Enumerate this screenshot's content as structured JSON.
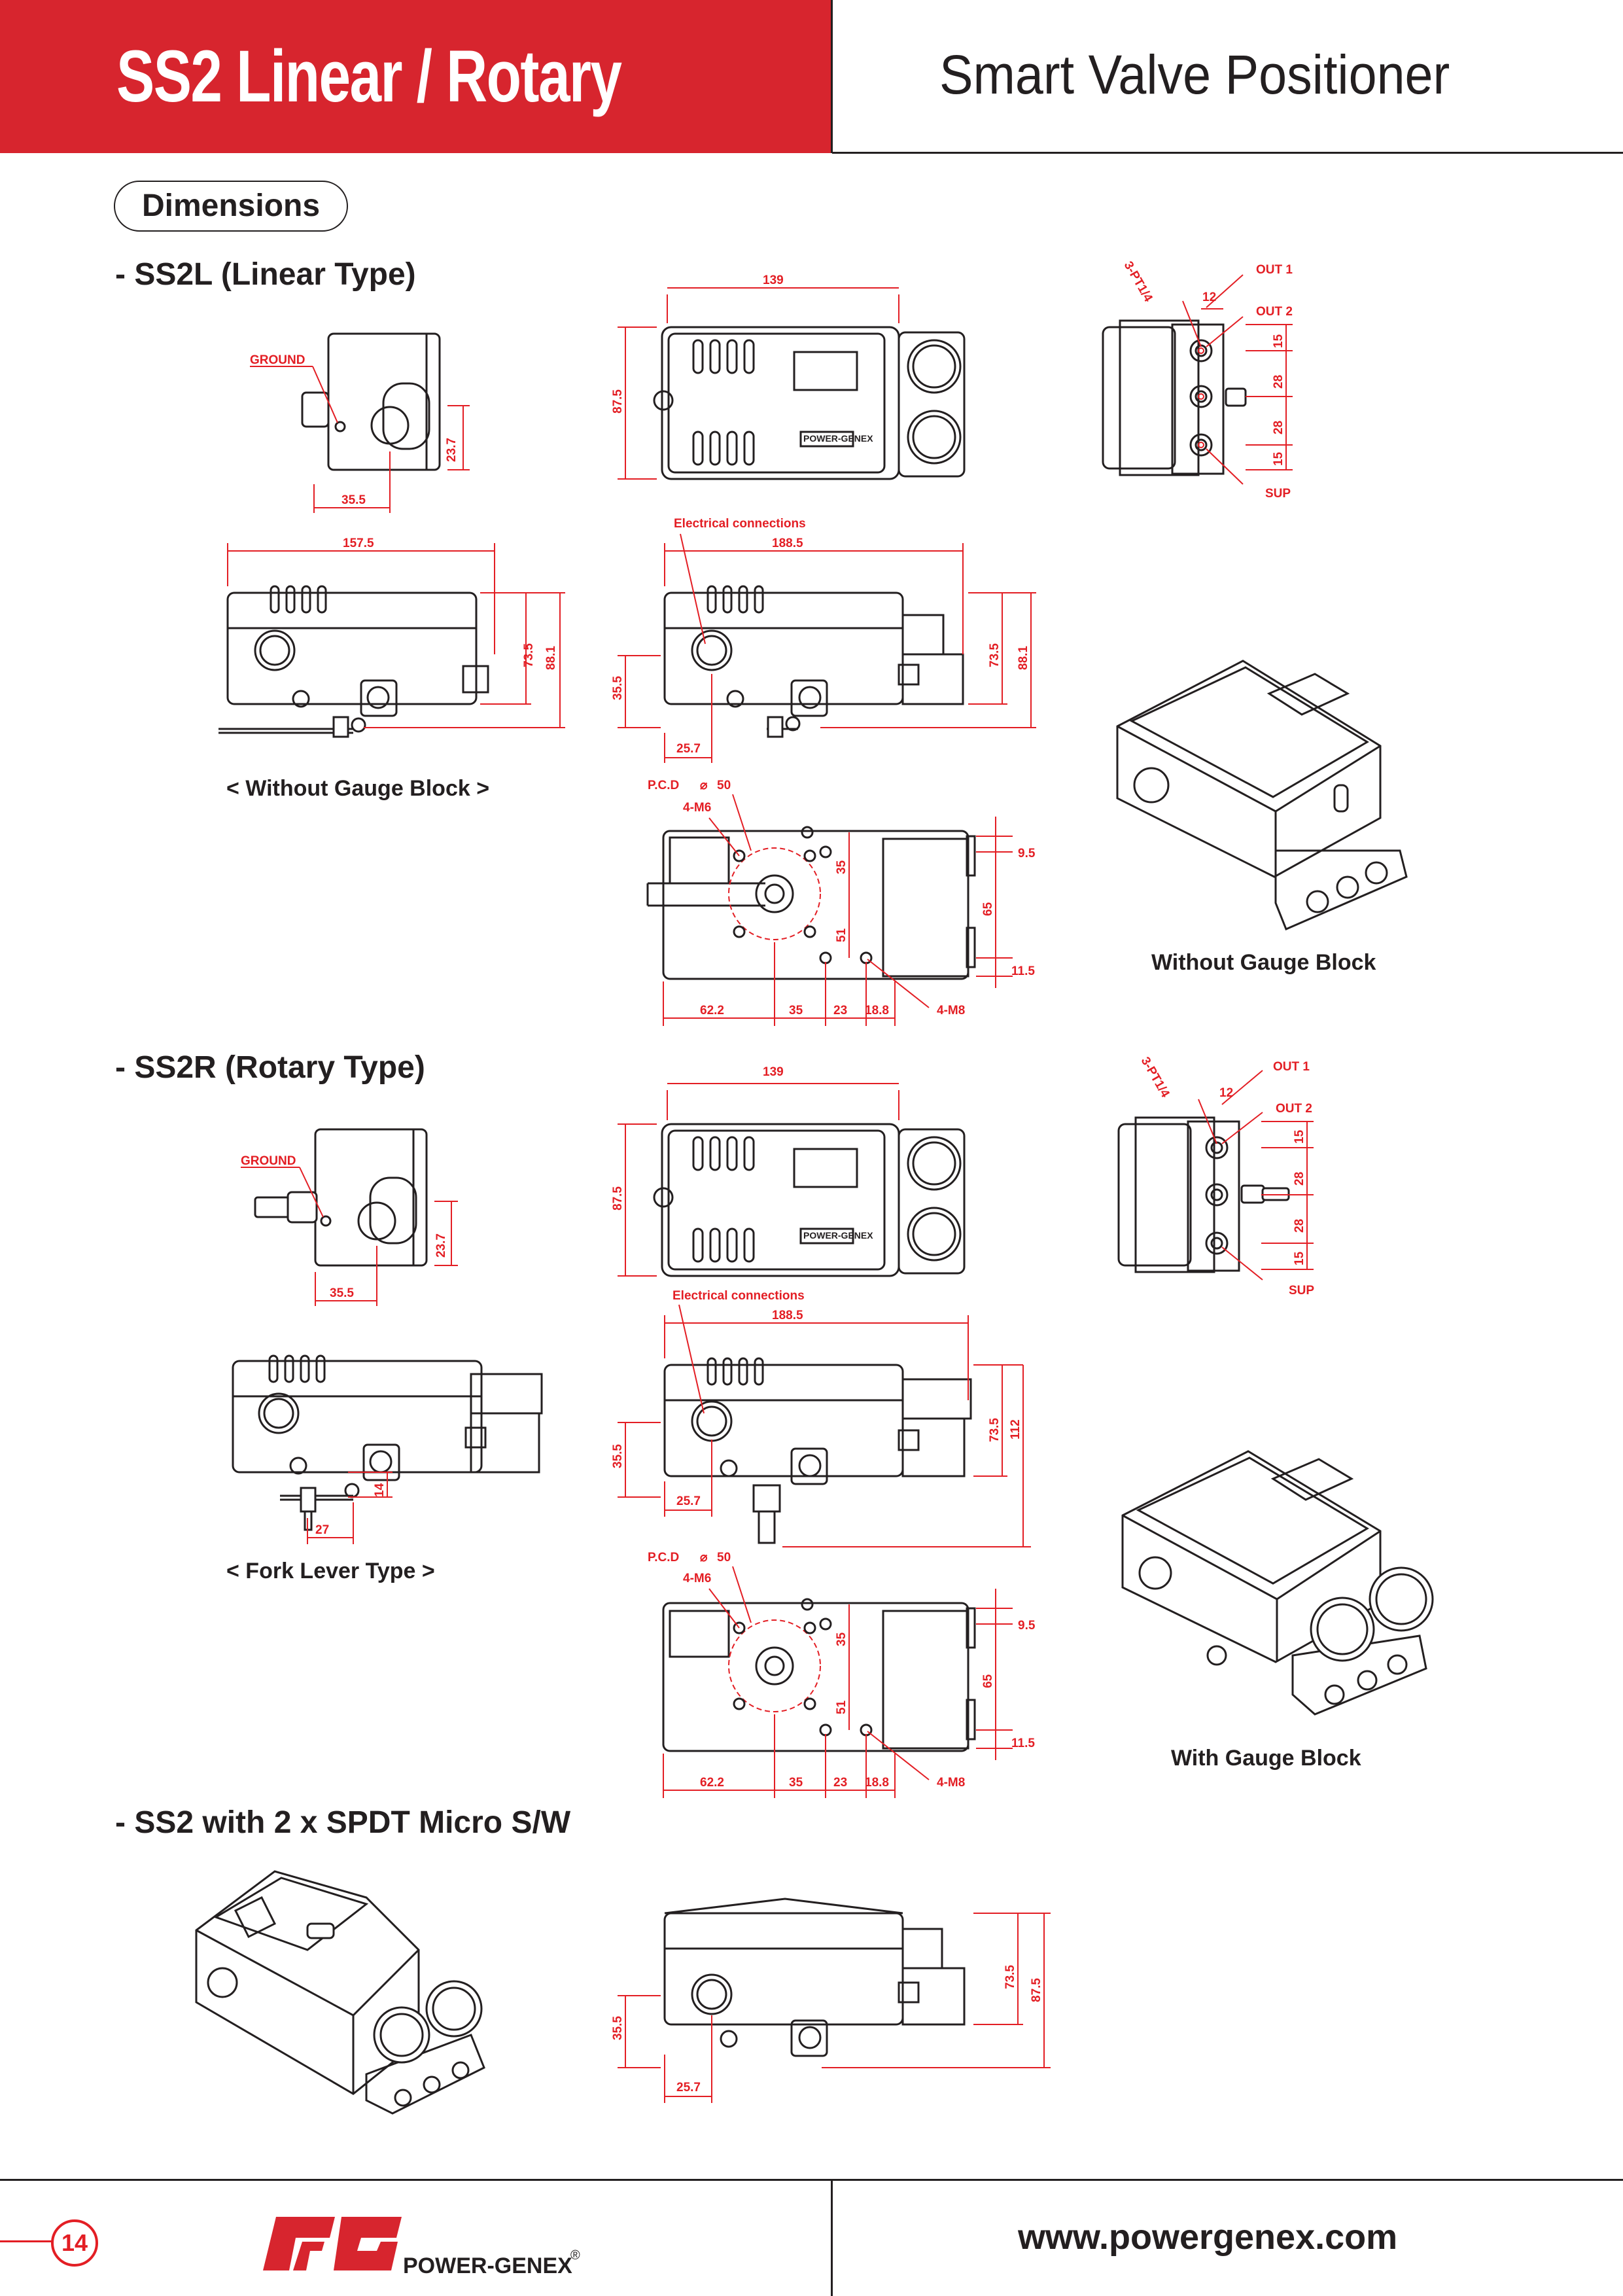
{
  "header": {
    "title": "SS2  Linear / Rotary",
    "subtitle": "Smart Valve Positioner"
  },
  "section_pill": "Dimensions",
  "sections": {
    "linear": "- SS2L (Linear Type)",
    "rotary": "- SS2R (Rotary Type)",
    "micro": "- SS2 with 2 x SPDT Micro S/W"
  },
  "captions": {
    "without_gauge_block_view": "< Without Gauge Block >",
    "without_gauge_block": "Without Gauge Block",
    "fork_lever": "< Fork Lever Type >",
    "with_gauge_block": "With Gauge Block"
  },
  "labels": {
    "ground": "GROUND",
    "electrical": "Electrical connections",
    "pcd": "P.C.D",
    "pcd_value": "50",
    "m6": "4-M6",
    "m8": "4-M8",
    "out1": "OUT 1",
    "out2": "OUT 2",
    "sup": "SUP",
    "pt": "3-PT1/4",
    "brand_plate": "POWER-GENEX"
  },
  "dims_linear": {
    "w139": "139",
    "h87_5": "87.5",
    "d23_7": "23.7",
    "d35_5": "35.5",
    "w157_5": "157.5",
    "h73_5": "73.5",
    "h88_1": "88.1",
    "w188_5": "188.5",
    "h35_5": "35.5",
    "w25_7": "25.7",
    "d12": "12",
    "d15": "15",
    "d28": "28",
    "d35": "35",
    "d51": "51",
    "d65": "65",
    "d9_5": "9.5",
    "d11_5": "11.5",
    "d62_2": "62.2",
    "d23": "23",
    "d18_8": "18.8"
  },
  "dims_rotary": {
    "h112": "112",
    "d14": "14",
    "d27": "27"
  },
  "dims_micro": {
    "h87_5": "87.5"
  },
  "footer": {
    "page_number": "14",
    "brand": "POWER-GENEX",
    "url": "www.powergenex.com"
  }
}
